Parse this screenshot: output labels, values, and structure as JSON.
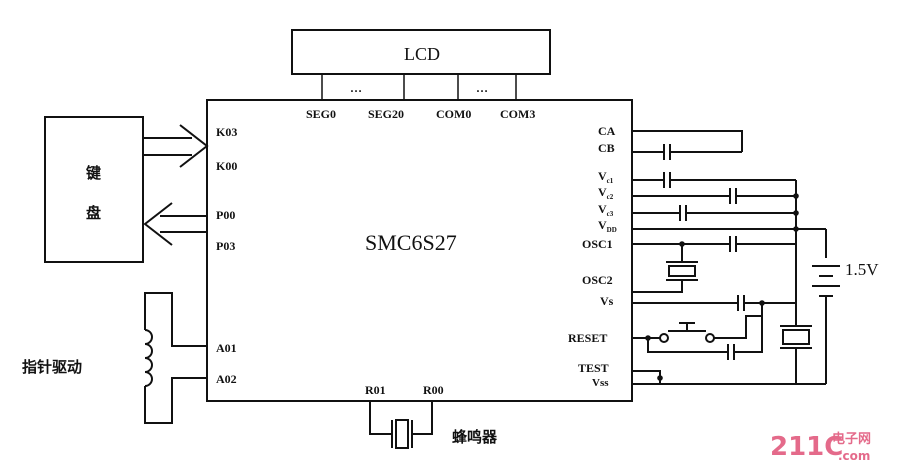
{
  "diagram": {
    "chip_label": "SMC6S27",
    "lcd_label": "LCD",
    "lcd_dots_left": "…",
    "lcd_dots_right": "…",
    "lcd_pins": [
      "SEG0",
      "SEG20",
      "COM0",
      "COM3"
    ],
    "keyboard_label_line1": "键",
    "keyboard_label_line2": "盘",
    "keyboard_pins": [
      "K03",
      "K00",
      "P00",
      "P03"
    ],
    "pointer_drive_label": "指针驱动",
    "analog_pins": [
      "A01",
      "A02"
    ],
    "bottom_pins": [
      "R01",
      "R00"
    ],
    "buzzer_label": "蜂鸣器",
    "right_pins": {
      "ca": "CA",
      "cb": "CB",
      "vc1": "V",
      "vc1_sub": "c1",
      "vc2": "V",
      "vc2_sub": "c2",
      "vc3": "V",
      "vc3_sub": "c3",
      "vdd": "V",
      "vdd_sub": "DD",
      "osc1": "OSC1",
      "osc2": "OSC2",
      "vs": "Vs",
      "reset": "RESET",
      "test": "TEST",
      "vss": "Vss"
    },
    "battery_label": "1.5V"
  },
  "watermark": {
    "brand": "211C",
    "cn": "电子网",
    "domain": ".com"
  }
}
